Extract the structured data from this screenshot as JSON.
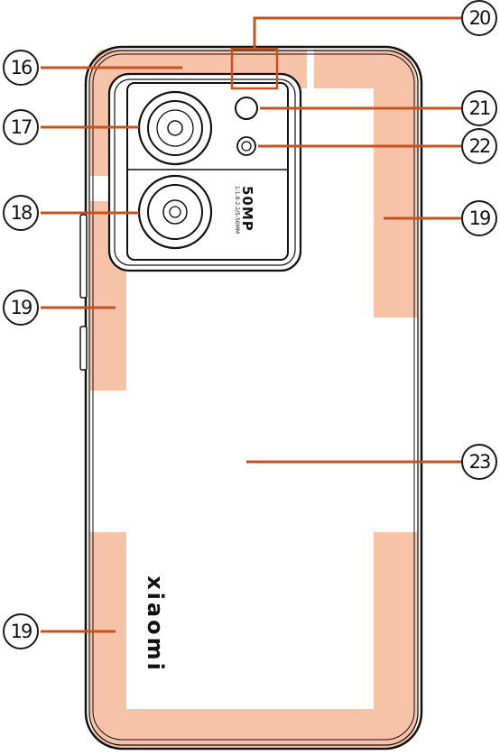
{
  "labels": {
    "c16": "16",
    "c17": "17",
    "c18": "18",
    "c19a": "19",
    "c19b": "19",
    "c19c": "19",
    "c20": "20",
    "c21": "21",
    "c22": "22",
    "c23": "23"
  },
  "camera_module": {
    "megapixels": "50MP",
    "lens_detail": "1:1.8-2.2/5-50MM"
  },
  "brand": "xiaomi",
  "colors": {
    "antenna_highlight": "#f7c3a8",
    "leader_line": "#c8521e",
    "outline": "#111111"
  }
}
